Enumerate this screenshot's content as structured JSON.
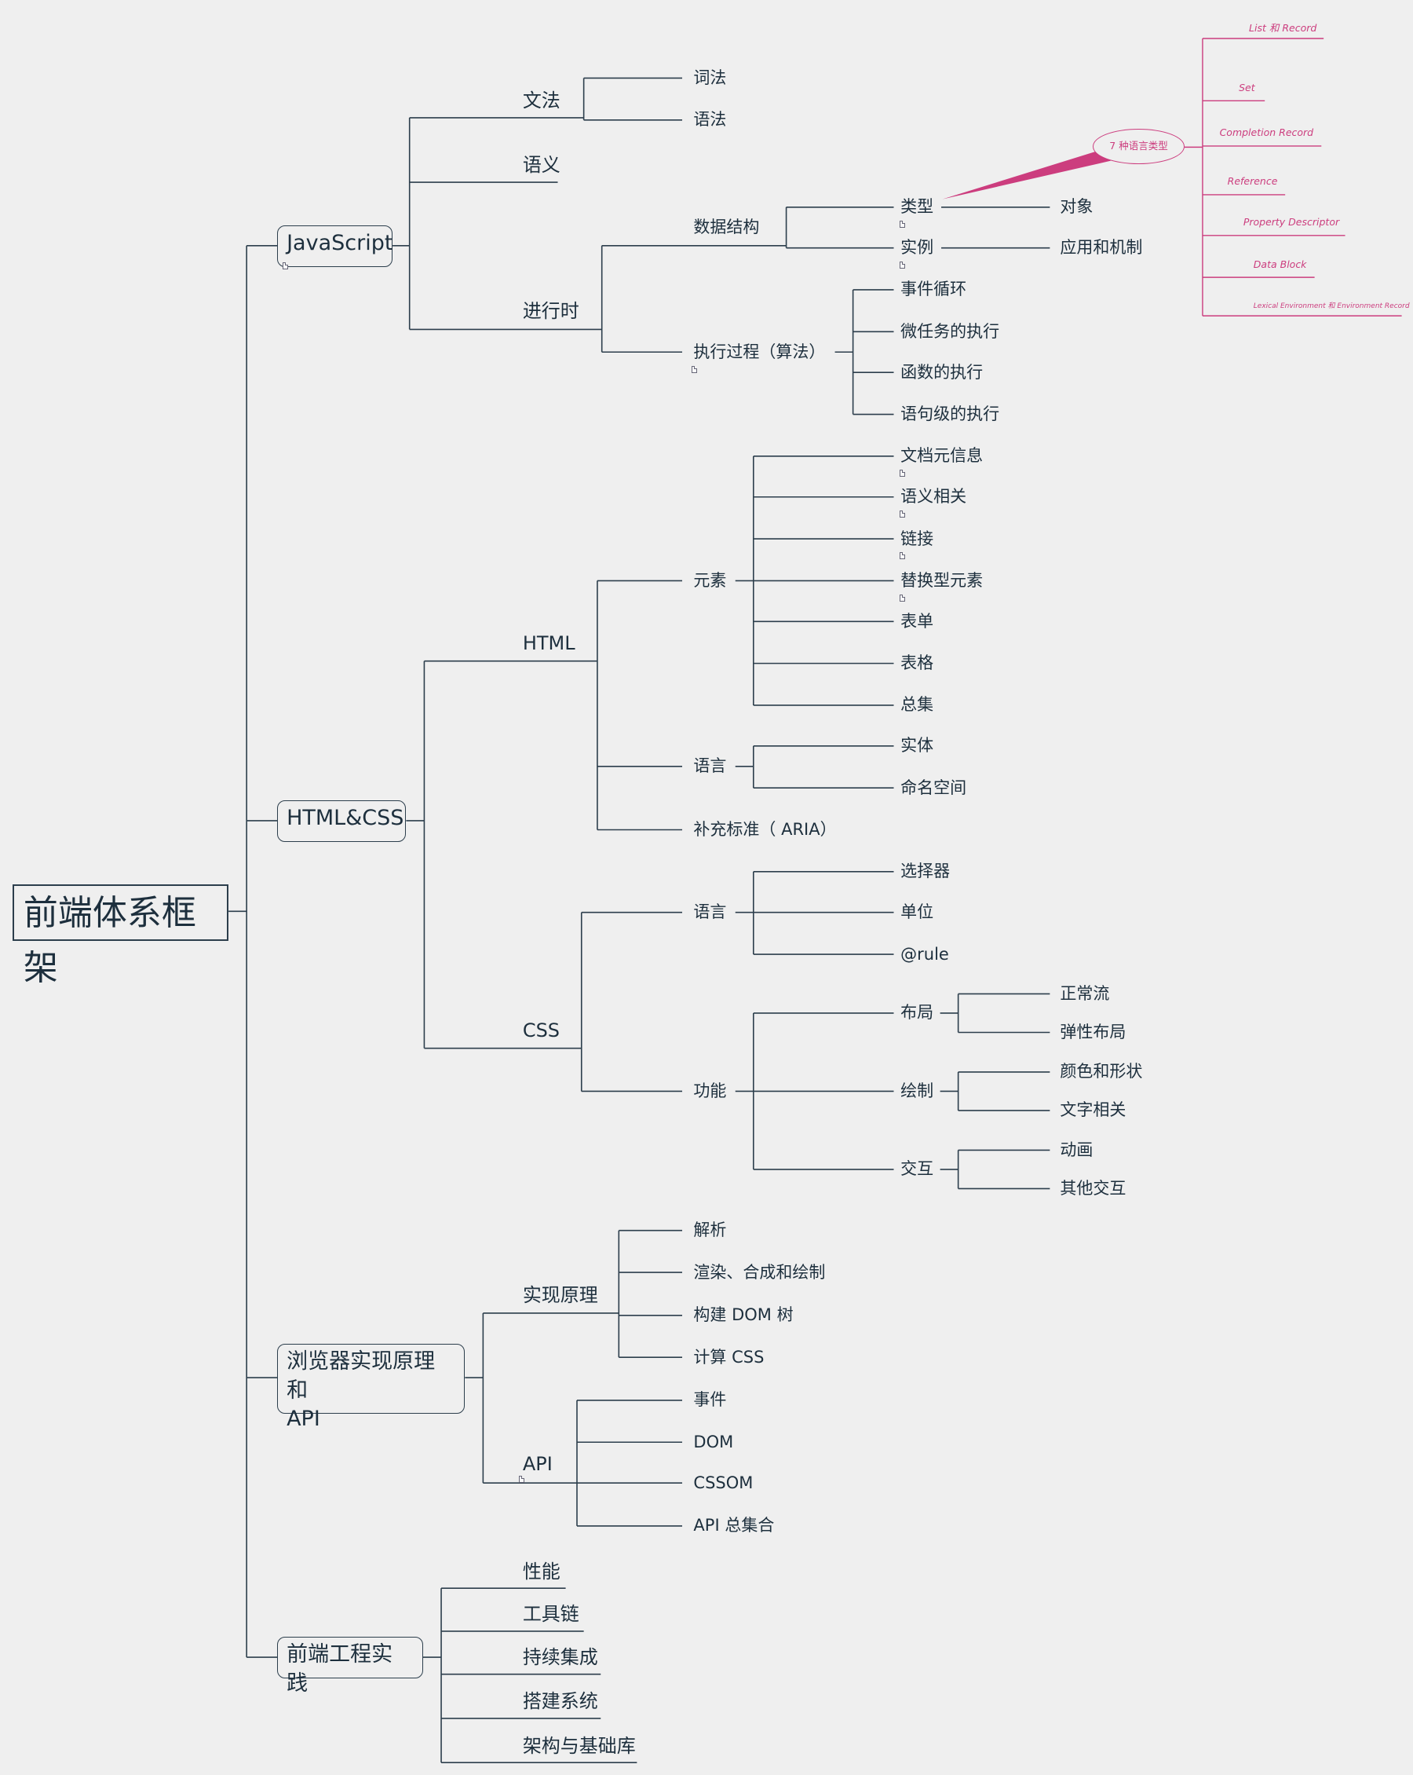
{
  "root": {
    "label": "前端体系框架"
  },
  "javascript": {
    "label": "JavaScript",
    "lexical": {
      "label": "文法",
      "children": [
        "词法",
        "语法"
      ]
    },
    "semantics": {
      "label": "语义"
    },
    "runtime": {
      "label": "进行时",
      "data_structures": {
        "label": "数据结构",
        "types": "类型",
        "objects": "对象",
        "instances": "实例",
        "mechanisms": "应用和机制"
      },
      "execution": {
        "label": "执行过程（算法）",
        "children": [
          "事件循环",
          "微任务的执行",
          "函数的执行",
          "语句级的执行"
        ]
      }
    },
    "language_types": {
      "label": "7 种语言类型",
      "items": [
        "List 和 Record",
        "Set",
        "Completion Record",
        "Reference",
        "Property Descriptor",
        "Data Block",
        "Lexical Environment 和 Environment Record"
      ]
    }
  },
  "htmlcss": {
    "label": "HTML&CSS",
    "html": {
      "label": "HTML",
      "elements": {
        "label": "元素",
        "children": [
          "文档元信息",
          "语义相关",
          "链接",
          "替换型元素",
          "表单",
          "表格",
          "总集"
        ]
      },
      "language": {
        "label": "语言",
        "children": [
          "实体",
          "命名空间"
        ]
      },
      "aria": {
        "label": "补充标准（ ARIA）"
      }
    },
    "css": {
      "label": "CSS",
      "language": {
        "label": "语言",
        "children": [
          "选择器",
          "单位",
          "@rule"
        ]
      },
      "features": {
        "label": "功能",
        "layout": {
          "label": "布局",
          "children": [
            "正常流",
            "弹性布局"
          ]
        },
        "drawing": {
          "label": "绘制",
          "children": [
            "颜色和形状",
            "文字相关"
          ]
        },
        "interaction": {
          "label": "交互",
          "children": [
            "动画",
            "其他交互"
          ]
        }
      }
    }
  },
  "browser": {
    "label": "浏览器实现原理和API",
    "label_line1": "浏览器实现原理和",
    "label_line2": "API",
    "principles": {
      "label": "实现原理",
      "children": [
        "解析",
        "渲染、合成和绘制",
        "构建 DOM 树",
        "计算 CSS"
      ]
    },
    "api": {
      "label": "API",
      "children": [
        "事件",
        "DOM",
        "CSSOM",
        "API 总集合"
      ]
    }
  },
  "engineering": {
    "label": "前端工程实践",
    "children": [
      "性能",
      "工具链",
      "持续集成",
      "搭建系统",
      "架构与基础库"
    ]
  },
  "colors": {
    "line": "#2c3e4c",
    "text": "#1d2f3d",
    "accent": "#cc3d7e",
    "background": "#efefef"
  }
}
